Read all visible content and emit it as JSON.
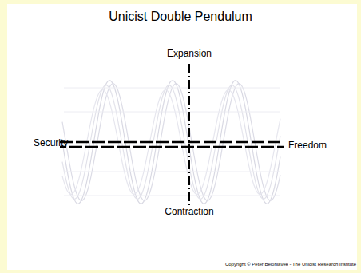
{
  "diagram": {
    "title": "Unicist Double Pendulum",
    "labels": [
      "Expansion",
      "Security",
      "Freedom",
      "Contraction",
      "Copyright © Peter Belohlavek - The Unicist Research Institute"
    ]
  }
}
